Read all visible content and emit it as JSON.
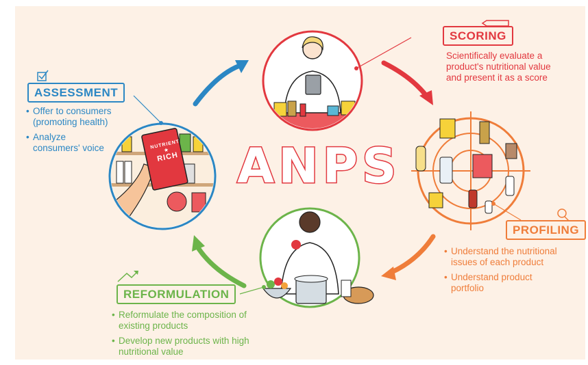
{
  "center_title": "ANPS",
  "stages": {
    "assessment": {
      "title": "ASSESSMENT",
      "bullets": [
        "Offer to consumers (promoting health)",
        "Analyze consumers' voice"
      ]
    },
    "scoring": {
      "title": "SCORING",
      "description": "Scientifically evaluate a product's nutritional value and present it as a score"
    },
    "profiling": {
      "title": "PROFILING",
      "bullets": [
        "Understand the nutritional issues of each product",
        "Understand product portfolio"
      ]
    },
    "reformulation": {
      "title": "REFORMULATION",
      "bullets": [
        "Reformulate the composition of existing products",
        "Develop new products with high nutritional value"
      ]
    }
  },
  "package_label": {
    "line1": "NUTRIENT",
    "line2": "RICH"
  },
  "colors": {
    "assessment": "#2b87c4",
    "scoring": "#e2383f",
    "profiling": "#ef7d3a",
    "reformulation": "#6cb44a",
    "background": "#fdf1e6"
  }
}
